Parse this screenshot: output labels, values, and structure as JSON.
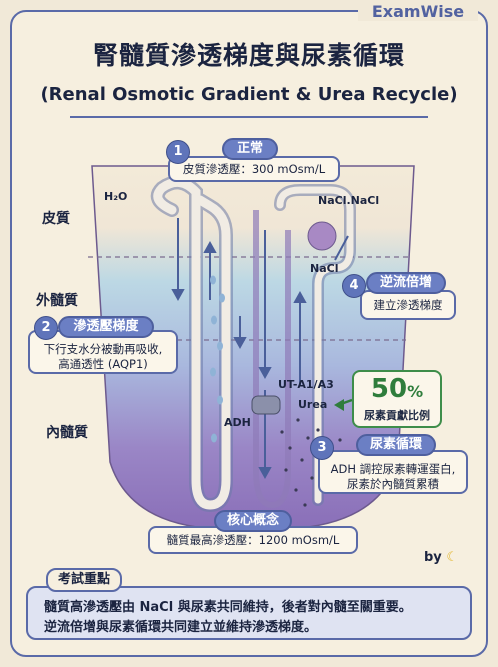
{
  "brand": "ExamWise",
  "title": "腎髓質滲透梯度與尿素循環",
  "subtitle": "(Renal Osmotic Gradient & Urea Recycle)",
  "zones": {
    "cortex": "皮質",
    "outer_medulla": "外髓質",
    "inner_medulla": "內髓質"
  },
  "molecules": {
    "h2o": "H₂O",
    "nacl_pair": "NaCl.NaCl",
    "nacl": "NaCl",
    "transporter": "UT-A1/A3",
    "urea": "Urea",
    "adh": "ADH"
  },
  "step1": {
    "num": "1",
    "title": "正常",
    "text": "皮質滲透壓：300 mOsm/L"
  },
  "step2": {
    "num": "2",
    "title": "滲透壓梯度",
    "line1": "下行支水分被動再吸收,",
    "line2": "高通透性 (AQP1)"
  },
  "step3": {
    "num": "3",
    "title": "尿素循環",
    "line1": "ADH 調控尿素轉運蛋白,",
    "line2": "尿素於內髓質累積"
  },
  "step4": {
    "num": "4",
    "title": "逆流倍增",
    "text": "建立滲透梯度"
  },
  "percent": {
    "value": "50",
    "unit": "%",
    "caption": "尿素貢獻比例"
  },
  "core": {
    "title": "核心概念",
    "text": "髓質最高滲透壓：1200 mOsm/L"
  },
  "signature": "by",
  "exam": {
    "tag": "考試重點",
    "line1": "髓質高滲透壓由 NaCl 與尿素共同維持，後者對內髓至關重要。",
    "line2": "逆流倍增與尿素循環共同建立並維持滲透梯度。"
  },
  "colors": {
    "accent": "#5a6aa8",
    "pill": "#6b7fc4",
    "green": "#2f7d3c",
    "medulla": "#9b8cc8"
  }
}
